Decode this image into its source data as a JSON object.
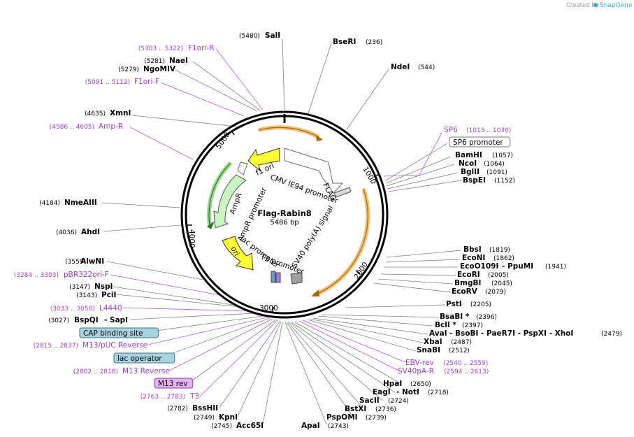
{
  "credit": {
    "prefix": "Created by",
    "brand": "SnapGene"
  },
  "plasmid": {
    "name": "Flag-Rabin8",
    "size_label": "5486 bp"
  },
  "ticks": [
    "1000",
    "2000",
    "3000",
    "4000",
    "5000"
  ],
  "features": {
    "cmv": "CMV IE94 promoter",
    "flag": "FLAG",
    "f1ori": "f1 ori",
    "ampr_promoter": "AmpR promoter",
    "ampr": "AmpR",
    "ori": "ori",
    "lac_promoter": "lac promoter",
    "t3_promoter": "T3 promoter",
    "sv40": "SV40 poly(A) signal"
  },
  "labels_right": [
    {
      "name": "SalI",
      "pos": "(5480)"
    },
    {
      "name": "BseRI",
      "pos": "(236)"
    },
    {
      "name": "NdeI",
      "pos": "(544)"
    },
    {
      "name": "SP6",
      "pos": "(1013 .. 1030)"
    },
    {
      "name": "SP6 promoter"
    },
    {
      "name": "BamHI",
      "pos": "(1057)"
    },
    {
      "name": "NcoI",
      "pos": "(1064)"
    },
    {
      "name": "BglII",
      "pos": "(1091)"
    },
    {
      "name": "BspEI",
      "pos": "(1152)"
    },
    {
      "name": "BbsI",
      "pos": "(1819)"
    },
    {
      "name": "EcoNI",
      "pos": "(1862)"
    },
    {
      "name": "EcoO109I",
      "extra": "- PpuMI",
      "pos": "(1941)"
    },
    {
      "name": "EcoRI",
      "pos": "(2005)"
    },
    {
      "name": "BmgBI",
      "pos": "(2045)"
    },
    {
      "name": "EcoRV",
      "pos": "(2079)"
    },
    {
      "name": "PstI",
      "pos": "(2205)"
    },
    {
      "name": "BsaBI *",
      "pos": "(2396)"
    },
    {
      "name": "BclI *",
      "pos": "(2397)"
    },
    {
      "name": "AvaI",
      "extra": "- BsoBI - PaeR7I - PspXI - XhoI",
      "pos": "(2479)"
    },
    {
      "name": "XbaI",
      "pos": "(2487)"
    },
    {
      "name": "SnaBI",
      "pos": "(2512)"
    },
    {
      "name": "EBV-rev",
      "pos": "(2540 .. 2559)"
    },
    {
      "name": "SV40pA-R",
      "pos": "(2594 .. 2613)"
    },
    {
      "name": "HpaI",
      "pos": "(2650)"
    },
    {
      "name": "EagI",
      "extra": "- NotI",
      "pos": "(2718)"
    },
    {
      "name": "SacII",
      "pos": "(2724)"
    },
    {
      "name": "BstXI",
      "pos": "(2736)"
    },
    {
      "name": "PspOMI",
      "pos": "(2739)"
    },
    {
      "name": "ApaI",
      "pos": "(2743)"
    }
  ],
  "labels_left": [
    {
      "name": "F1ori-R",
      "pos": "(5303 .. 5322)"
    },
    {
      "name": "NaeI",
      "pos": "(5281)"
    },
    {
      "name": "NgoMIV",
      "pos": "(5279)"
    },
    {
      "name": "F1ori-F",
      "pos": "(5091 .. 5112)"
    },
    {
      "name": "XmnI",
      "pos": "(4635)"
    },
    {
      "name": "Amp-R",
      "pos": "(4586 .. 4605)"
    },
    {
      "name": "NmeAIII",
      "pos": "(4184)"
    },
    {
      "name": "AhdI",
      "pos": "(4036)"
    },
    {
      "name": "AlwNI",
      "pos": "(3559)"
    },
    {
      "name": "pBR322ori-F",
      "pos": "(3284 .. 3303)"
    },
    {
      "name": "NspI",
      "pos": "(3147)"
    },
    {
      "name": "PciI",
      "pos": "(3143)"
    },
    {
      "name": "L4440",
      "pos": "(3033 .. 3050)"
    },
    {
      "name": "BspQI",
      "extra": "- SapI",
      "pos": "(3027)"
    },
    {
      "name": "CAP binding site"
    },
    {
      "name": "M13/pUC Reverse",
      "pos": "(2815 .. 2837)"
    },
    {
      "name": "lac operator"
    },
    {
      "name": "M13 Reverse",
      "pos": "(2802 .. 2818)"
    },
    {
      "name": "M13 rev"
    },
    {
      "name": "T3",
      "pos": "(2763 .. 2783)"
    },
    {
      "name": "BssHII",
      "pos": "(2782)"
    },
    {
      "name": "KpnI",
      "pos": "(2749)"
    },
    {
      "name": "Acc65I",
      "pos": "(2745)"
    }
  ]
}
